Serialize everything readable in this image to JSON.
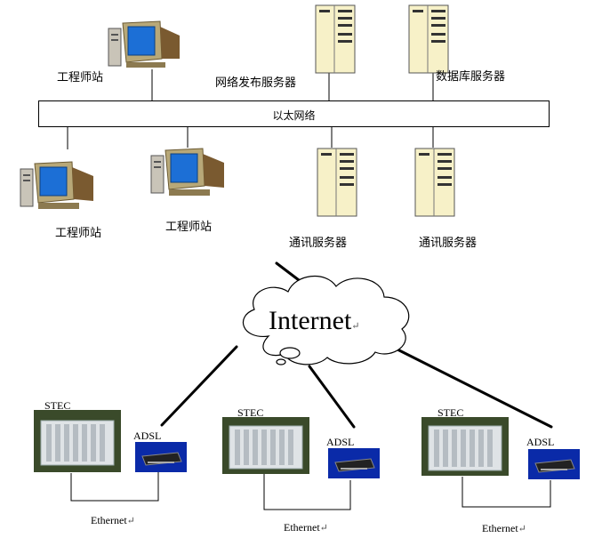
{
  "network": {
    "ethernet_bus": "以太网络",
    "internet": "Internet",
    "return_mark": "↵"
  },
  "top_nodes": {
    "engineer_station_top": "工程师站",
    "web_server": "网络发布服务器",
    "db_server": "数据库服务器"
  },
  "lower_nodes": {
    "engineer_station_left": "工程师站",
    "engineer_station_mid": "工程师站",
    "comm_server_1": "通讯服务器",
    "comm_server_2": "通讯服务器"
  },
  "field_sites": [
    {
      "device": "STEC",
      "modem": "ADSL",
      "link": "Ethernet"
    },
    {
      "device": "STEC",
      "modem": "ADSL",
      "link": "Ethernet"
    },
    {
      "device": "STEC",
      "modem": "ADSL",
      "link": "Ethernet"
    }
  ]
}
